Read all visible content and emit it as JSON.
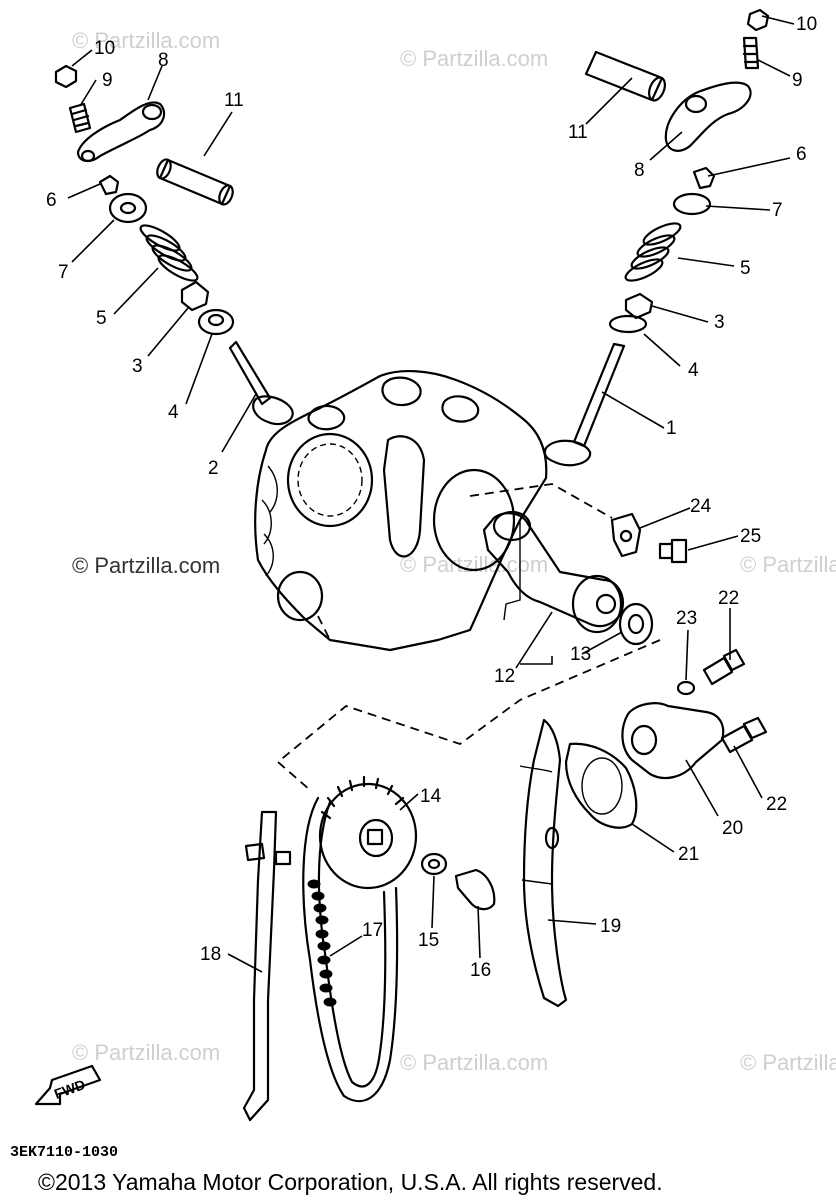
{
  "diagram": {
    "drawing_code": "3EK7110-1030",
    "copyright": "©2013 Yamaha Motor Corporation, U.S.A. All rights reserved.",
    "direction_label": "FWD",
    "watermark_text": "© Partzilla.com",
    "callouts": [
      {
        "id": "10",
        "text": "10"
      },
      {
        "id": "9",
        "text": "9"
      },
      {
        "id": "8",
        "text": "8"
      },
      {
        "id": "11",
        "text": "11"
      },
      {
        "id": "6",
        "text": "6"
      },
      {
        "id": "7",
        "text": "7"
      },
      {
        "id": "5",
        "text": "5"
      },
      {
        "id": "3",
        "text": "3"
      },
      {
        "id": "4",
        "text": "4"
      },
      {
        "id": "2",
        "text": "2"
      },
      {
        "id": "1",
        "text": "1"
      },
      {
        "id": "24",
        "text": "24"
      },
      {
        "id": "25",
        "text": "25"
      },
      {
        "id": "12",
        "text": "12"
      },
      {
        "id": "13",
        "text": "13"
      },
      {
        "id": "23",
        "text": "23"
      },
      {
        "id": "22",
        "text": "22"
      },
      {
        "id": "14",
        "text": "14"
      },
      {
        "id": "20",
        "text": "20"
      },
      {
        "id": "21",
        "text": "21"
      },
      {
        "id": "15",
        "text": "15"
      },
      {
        "id": "16",
        "text": "16"
      },
      {
        "id": "17",
        "text": "17"
      },
      {
        "id": "18",
        "text": "18"
      },
      {
        "id": "19",
        "text": "19"
      }
    ]
  }
}
